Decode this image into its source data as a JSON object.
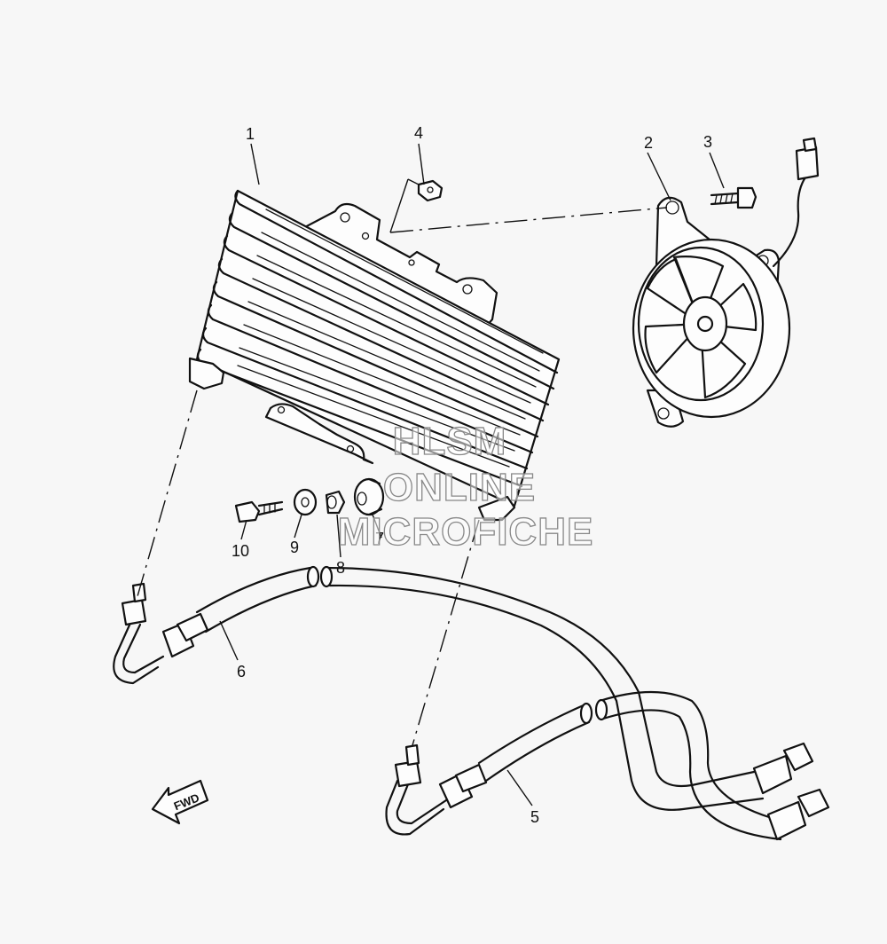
{
  "callouts": [
    {
      "id": "1",
      "label": "1"
    },
    {
      "id": "2",
      "label": "2"
    },
    {
      "id": "3",
      "label": "3"
    },
    {
      "id": "4",
      "label": "4"
    },
    {
      "id": "5",
      "label": "5"
    },
    {
      "id": "6",
      "label": "6"
    },
    {
      "id": "7",
      "label": "7"
    },
    {
      "id": "8",
      "label": "8"
    },
    {
      "id": "9",
      "label": "9"
    },
    {
      "id": "10",
      "label": "10"
    }
  ],
  "direction_arrow": {
    "label": "FWD"
  },
  "watermark": {
    "line1": "HLSM",
    "line2": "ONLINE",
    "line3": "MICROFICHE"
  },
  "colors": {
    "line": "#111111",
    "background": "#f7f7f7",
    "watermark_outline": "#888888"
  }
}
